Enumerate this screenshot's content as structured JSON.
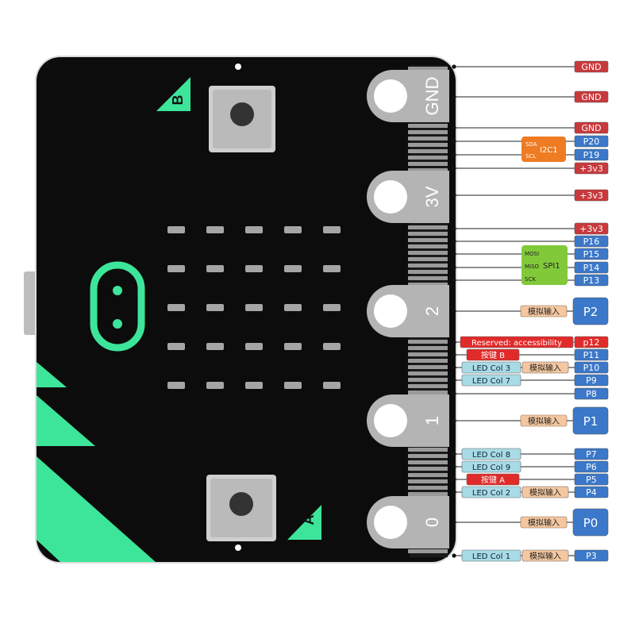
{
  "board": {
    "button_a_label": "A",
    "button_b_label": "B",
    "pad_labels": {
      "gnd": "GND",
      "v3": "3V",
      "p2": "2",
      "p1": "1",
      "p0": "0"
    }
  },
  "pins": {
    "gnd1": "GND",
    "gnd2": "GND",
    "gnd3": "GND",
    "p20": "P20",
    "p19": "P19",
    "v33a": "+3v3",
    "v33b": "+3v3",
    "v33c": "+3v3",
    "p16": "P16",
    "p15": "P15",
    "p14": "P14",
    "p13": "P13",
    "p2": "P2",
    "p12": "p12",
    "p11": "P11",
    "p10": "P10",
    "p9": "P9",
    "p8": "P8",
    "p1": "P1",
    "p7": "P7",
    "p6": "P6",
    "p5": "P5",
    "p4": "P4",
    "p0": "P0",
    "p3": "P3"
  },
  "tags": {
    "i2c_title": "I2C1",
    "i2c_sda": "SDA",
    "i2c_scl": "SCL",
    "spi_title": "SPI1",
    "spi_mosi": "MOSI",
    "spi_miso": "MISO",
    "spi_sck": "SCK",
    "analog": "模拟输入",
    "reserved": "Reserved: accessibility",
    "btn_b": "按键 B",
    "btn_a": "按键 A",
    "led_col3": "LED Col 3",
    "led_col7": "LED Col 7",
    "led_col8": "LED Col 8",
    "led_col9": "LED Col 9",
    "led_col2": "LED Col 2",
    "led_col1": "LED Col 1"
  },
  "colors": {
    "board": "#0c0c0c",
    "accent_green": "#3de59a",
    "gnd_red": "#c9393c",
    "pin_blue": "#3b78c9",
    "i2c_orange": "#ef7b22",
    "spi_green": "#82c93a",
    "led_cyan": "#a8dbe6",
    "analog_tan": "#f4c7a0",
    "reserved_red": "#e12a2a"
  }
}
